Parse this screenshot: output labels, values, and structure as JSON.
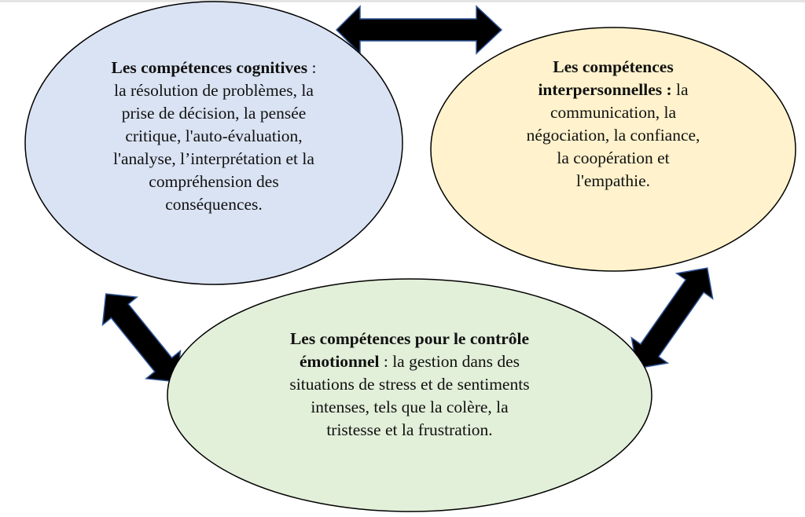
{
  "colors": {
    "cognitive_fill": "#dae3f3",
    "interpersonal_fill": "#fff2cc",
    "emotional_fill": "#e2efd9",
    "arrow": "#000000",
    "arrow_outline": "#2f5597"
  },
  "nodes": {
    "cognitive": {
      "title": "Les compétences cognitives",
      "lines": [
        " :",
        "la résolution de problèmes, la",
        "prise de décision, la pensée",
        "critique, l'auto-évaluation,",
        "l'analyse, l’interprétation et la",
        "compréhension des",
        "conséquences."
      ]
    },
    "interpersonal": {
      "title1": "Les compétences",
      "title2": "interpersonnelles :",
      "lines": [
        " la",
        "communication, la",
        "négociation, la confiance,",
        "la coopération et",
        "l'empathie."
      ]
    },
    "emotional": {
      "title1": "Les compétences pour le contrôle",
      "title2": "émotionnel",
      "lines": [
        " : la gestion dans des",
        "situations de stress et de sentiments",
        "intenses, tels que la colère, la",
        "tristesse et la frustration."
      ]
    }
  }
}
